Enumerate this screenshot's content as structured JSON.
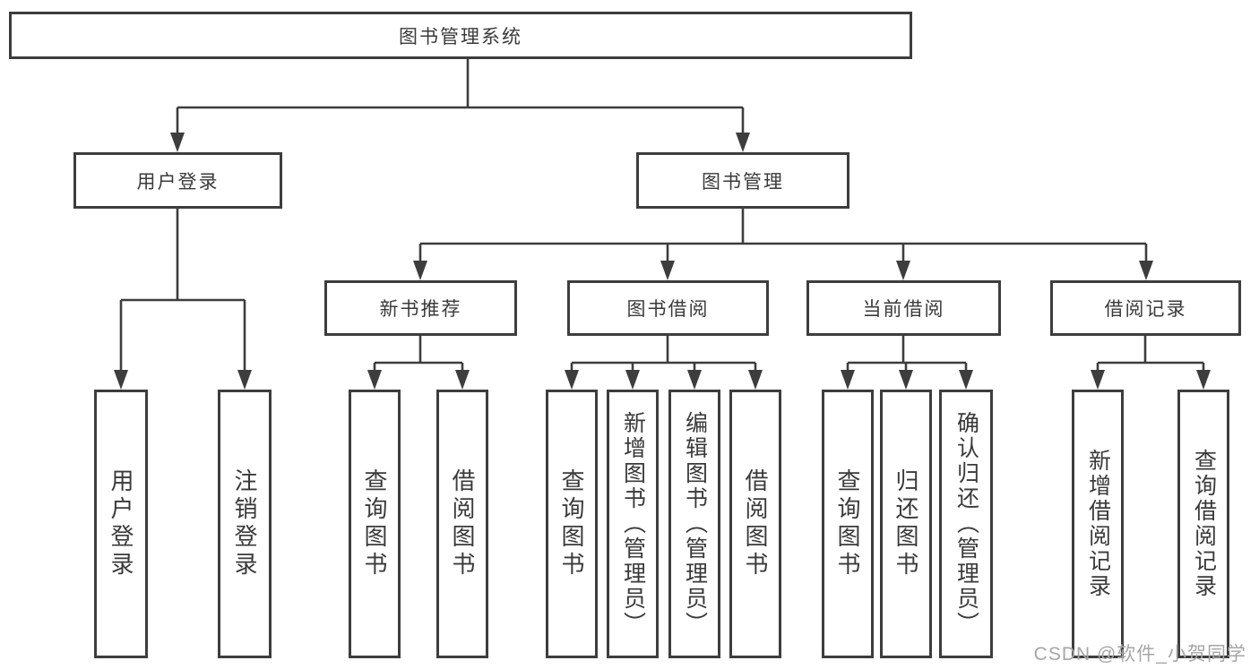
{
  "diagram": {
    "root": {
      "label": "图书管理系统"
    },
    "branches": [
      {
        "label": "用户登录",
        "children": [
          {
            "label": "用户登录"
          },
          {
            "label": "注销登录"
          }
        ]
      },
      {
        "label": "图书管理",
        "children": [
          {
            "label": "新书推荐",
            "children": [
              {
                "label": "查询图书"
              },
              {
                "label": "借阅图书"
              }
            ]
          },
          {
            "label": "图书借阅",
            "children": [
              {
                "label": "查询图书"
              },
              {
                "label": "新增图书（管理员）"
              },
              {
                "label": "编辑图书（管理员）"
              },
              {
                "label": "借阅图书"
              }
            ]
          },
          {
            "label": "当前借阅",
            "children": [
              {
                "label": "查询图书"
              },
              {
                "label": "归还图书"
              },
              {
                "label": "确认归还（管理员）"
              }
            ]
          },
          {
            "label": "借阅记录",
            "children": [
              {
                "label": "新增借阅记录"
              },
              {
                "label": "查询借阅记录"
              }
            ]
          }
        ]
      }
    ]
  },
  "watermark": {
    "text": "CSDN @软件_小贺同学"
  },
  "colors": {
    "line": "#3d3d3d",
    "text": "#3a3a3a",
    "watermark": "#a6a6a6",
    "background": "#ffffff"
  }
}
